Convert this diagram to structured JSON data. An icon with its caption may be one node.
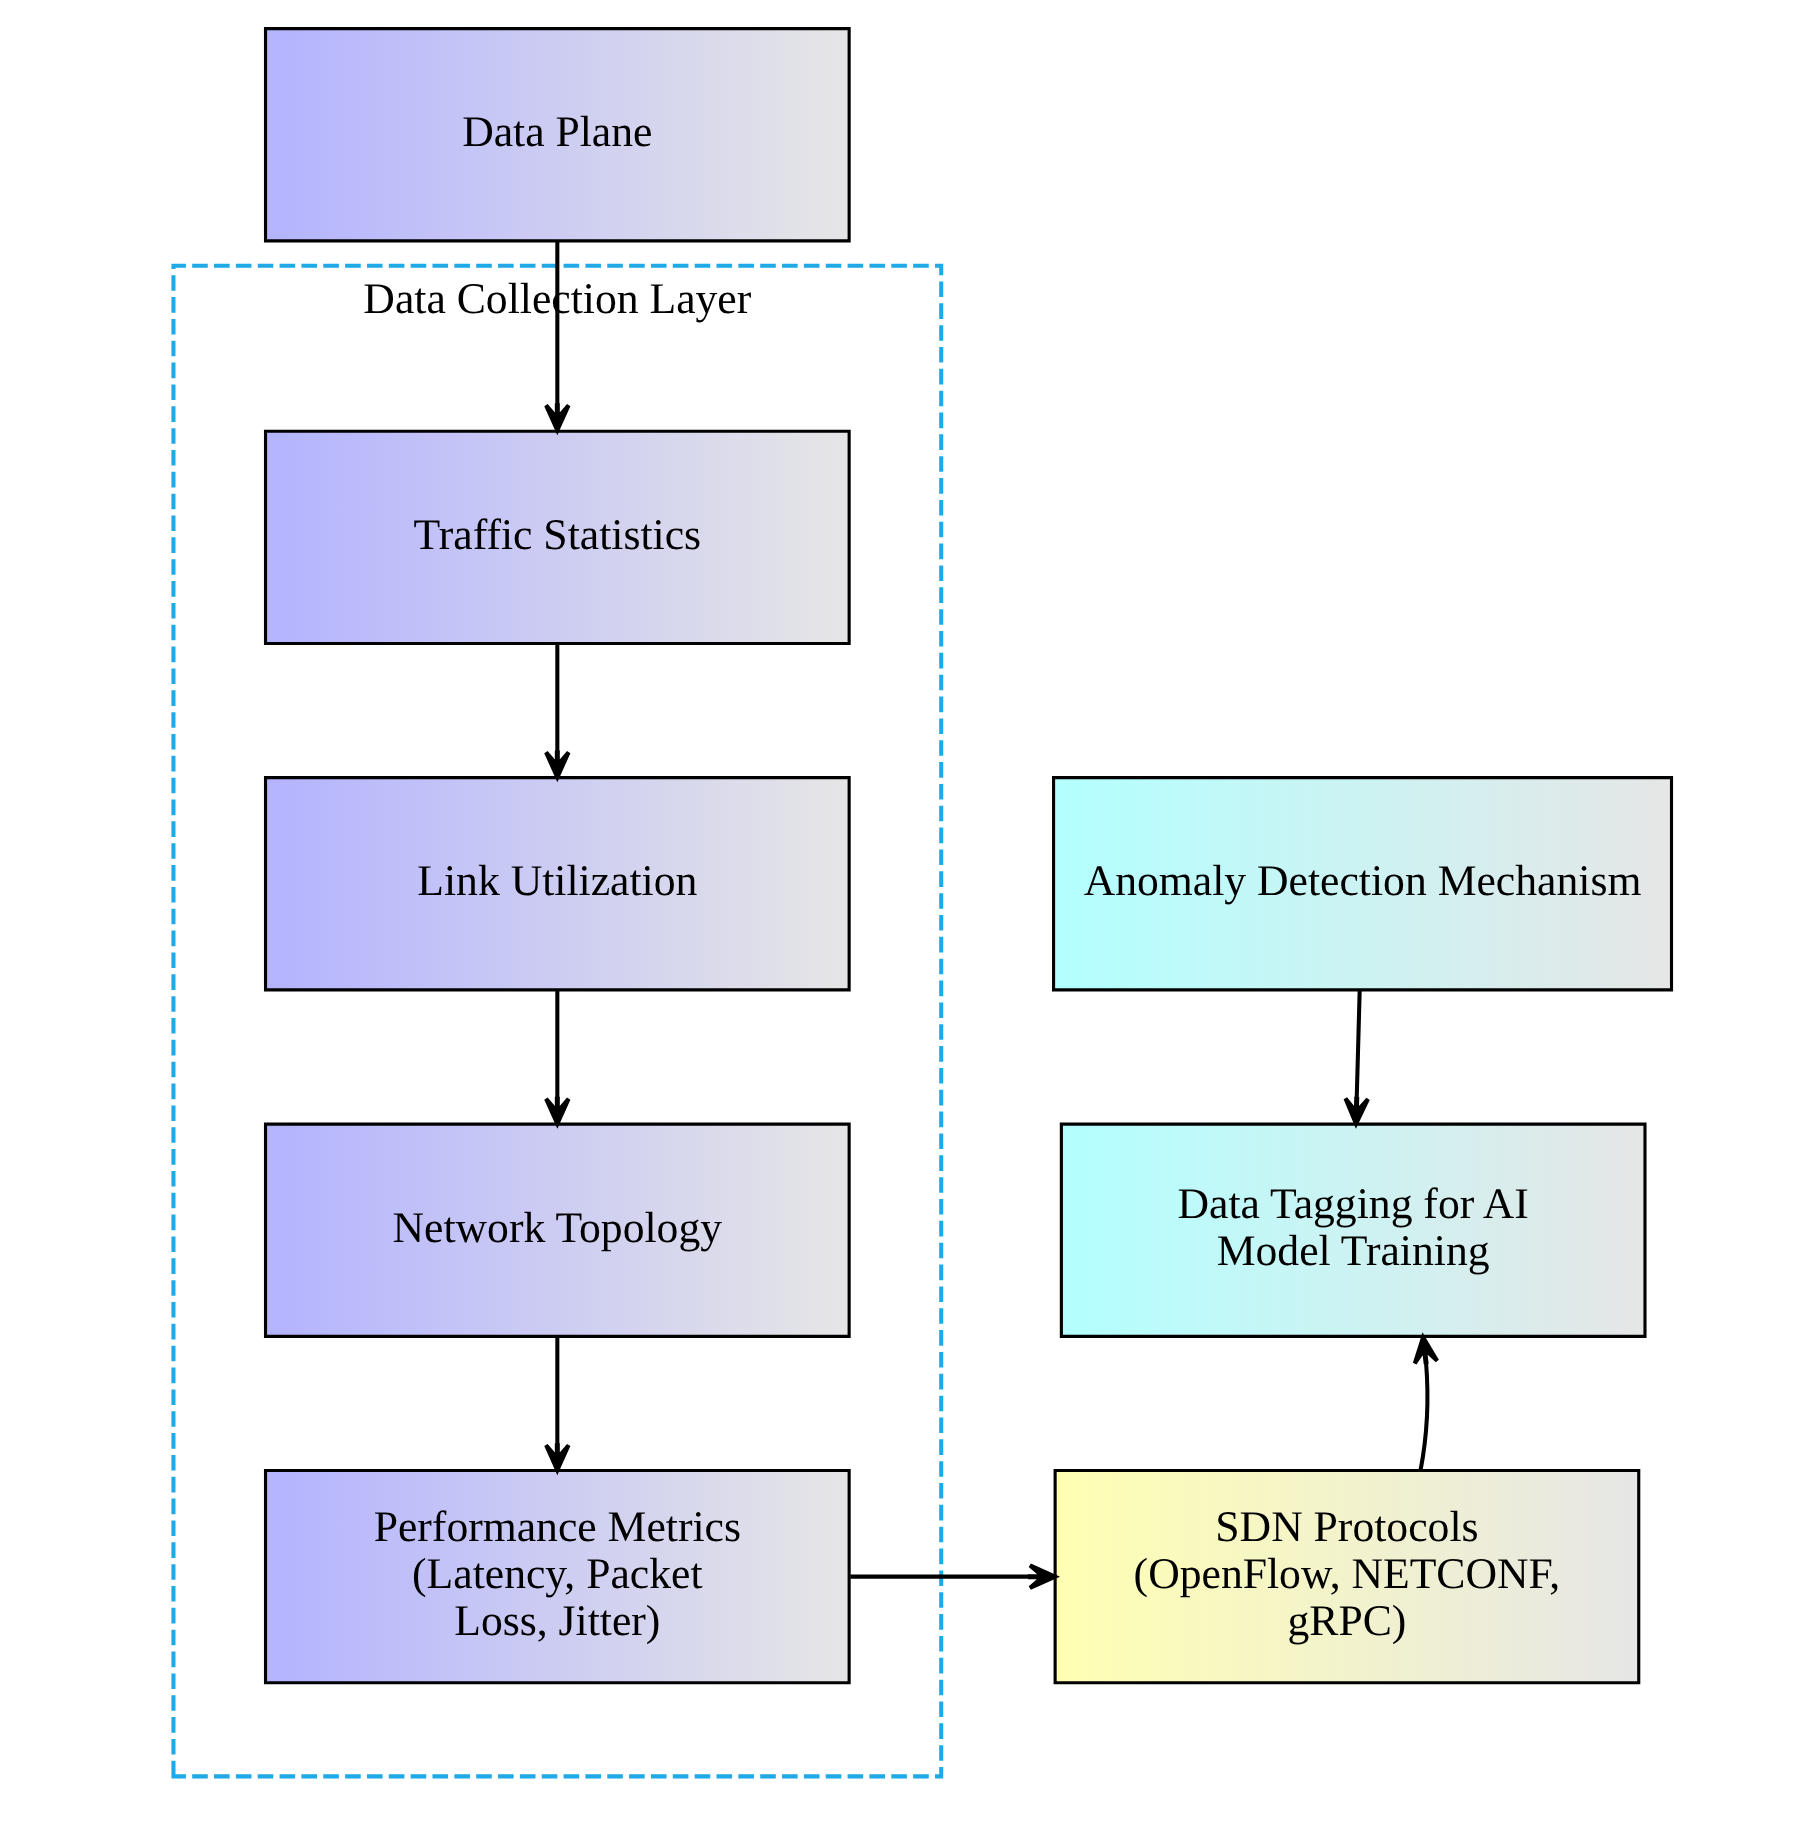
{
  "diagram": {
    "nodes": [
      {
        "text": [
          "Data Plane"
        ]
      },
      {
        "text": [
          "Data Collection Layer"
        ]
      },
      {
        "text": [
          "Traffic Statistics"
        ],
        "in": 1
      },
      {
        "text": [
          "Link Utilization"
        ],
        "in": 1
      },
      {
        "text": [
          "Network Topology"
        ],
        "in": 1
      },
      {
        "text": [
          "Performance Metrics (Latency, Packet Loss, Jitter)"
        ],
        "in": 1
      },
      {
        "text": [
          "Anomaly Detection Mechanism"
        ]
      },
      {
        "text": [
          "Data Tagging for AI Model Training"
        ]
      },
      {
        "text": [
          "SDN Protocols (OpenFlow, NETCONF, gRPC)"
        ]
      }
    ],
    "edges": [
      {
        "from": 0,
        "to": 2,
        "arrow": "to"
      },
      {
        "from": 2,
        "to": 3,
        "arrow": "to"
      },
      {
        "from": 3,
        "to": 4,
        "arrow": "to"
      },
      {
        "from": 4,
        "to": 5,
        "arrow": "to"
      },
      {
        "from": 5,
        "to": 8,
        "arrow": "to"
      },
      {
        "from": 6,
        "to": 7,
        "arrow": "to"
      },
      {
        "from": 8,
        "to": 7,
        "arrow": "to"
      }
    ]
  }
}
